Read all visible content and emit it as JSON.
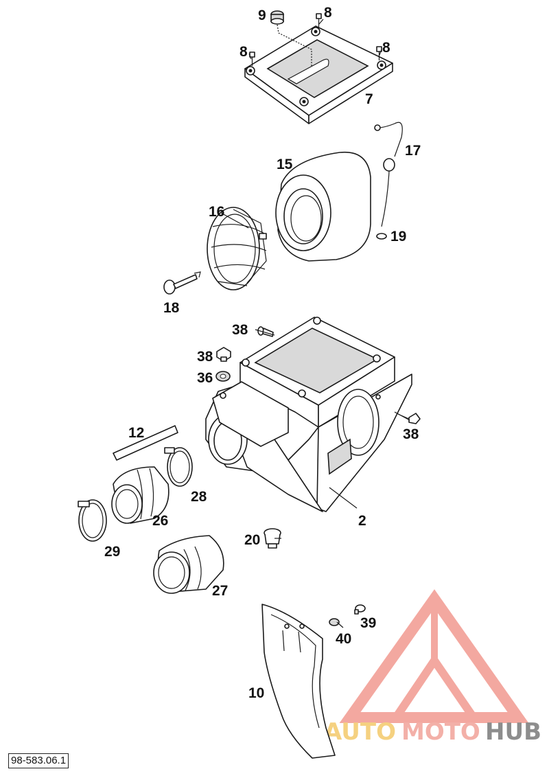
{
  "diagram": {
    "code": "98-583.06.1",
    "callouts": {
      "c7": "7",
      "c8a": "8",
      "c8b": "8",
      "c8c": "8",
      "c9": "9",
      "c15": "15",
      "c16": "16",
      "c17": "17",
      "c18": "18",
      "c19": "19",
      "c38a": "38",
      "c38b": "38",
      "c38c": "38",
      "c36": "36",
      "c12": "12",
      "c28": "28",
      "c26": "26",
      "c29": "29",
      "c2": "2",
      "c20": "20",
      "c27": "27",
      "c39": "39",
      "c40": "40",
      "c10": "10"
    }
  },
  "watermark": {
    "part1": "AUTO",
    "part2": "MOTO",
    "part3": "HUB",
    "colors": {
      "auto": "#f4c96a",
      "moto": "#f2a39a",
      "hub": "#7a7a7a",
      "triangle": "#f29a90"
    }
  }
}
